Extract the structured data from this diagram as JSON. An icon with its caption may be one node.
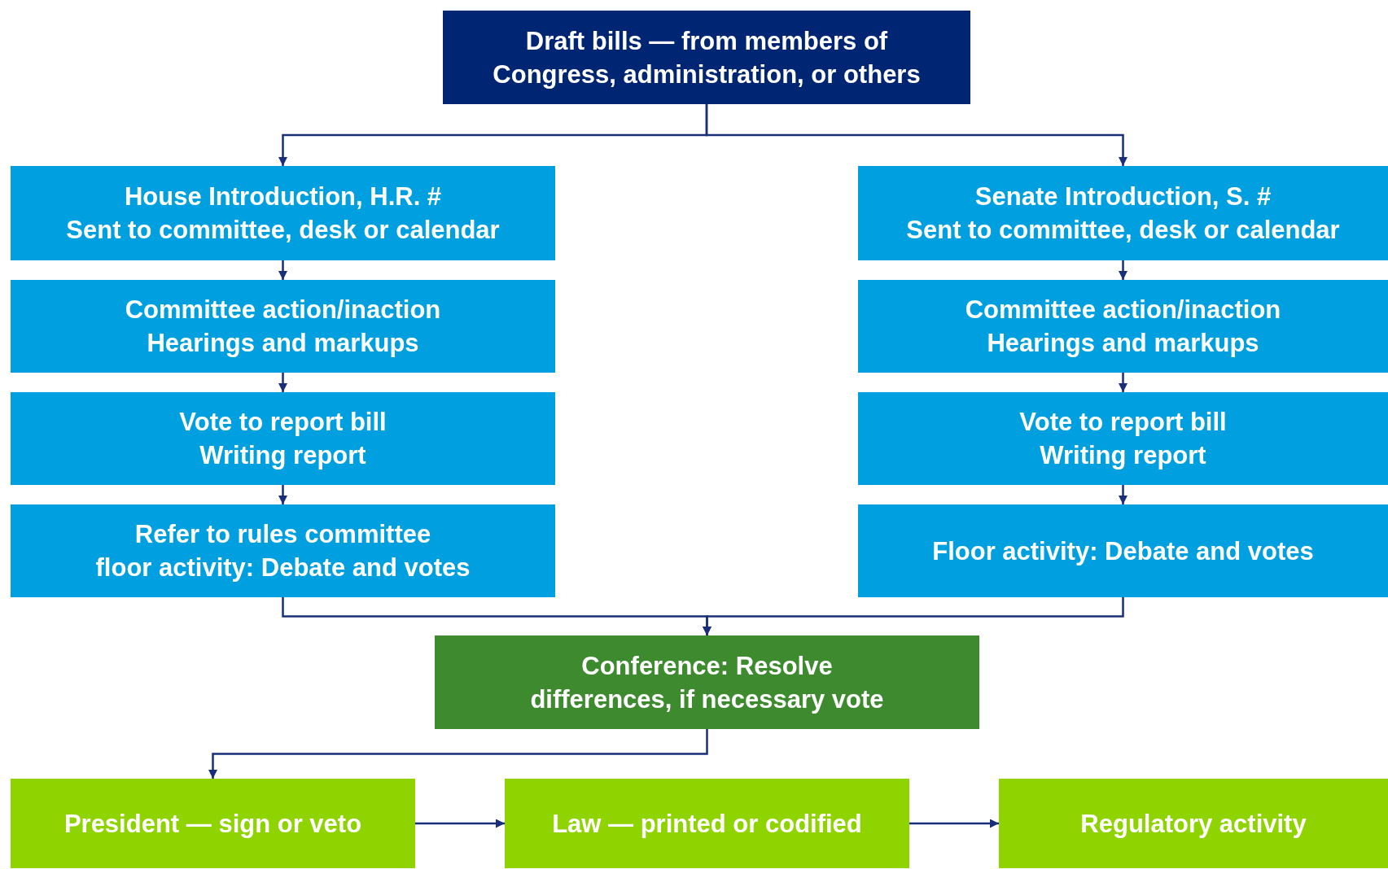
{
  "diagram": {
    "nodes": [
      {
        "text": [
          "Draft bills — from members of Congress, administration, or others"
        ]
      },
      {
        "text": [
          "House Introduction, H.R. #",
          "Sent to committee, desk or calendar"
        ]
      },
      {
        "text": [
          "Committee action/inaction",
          "Hearings and markups"
        ]
      },
      {
        "text": [
          "Vote to report bill",
          "Writing report"
        ]
      },
      {
        "text": [
          "Refer to rules committee",
          "floor activity: Debate and votes"
        ]
      },
      {
        "text": [
          "Senate Introduction, S. #",
          "Sent to committee, desk or calendar"
        ]
      },
      {
        "text": [
          "Committee action/inaction",
          "Hearings and markups"
        ]
      },
      {
        "text": [
          "Vote to report bill",
          "Writing report"
        ]
      },
      {
        "text": [
          "Floor activity: Debate and votes"
        ]
      },
      {
        "text": [
          "Conference: Resolve differences, if necessary vote"
        ]
      },
      {
        "text": [
          "President — sign or veto"
        ]
      },
      {
        "text": [
          "Law — printed or codified"
        ]
      },
      {
        "text": [
          "Regulatory activity"
        ]
      }
    ],
    "edges": [
      {
        "from": 0,
        "to": 1,
        "arrow": "to"
      },
      {
        "from": 0,
        "to": 5,
        "arrow": "to"
      },
      {
        "from": 1,
        "to": 2,
        "arrow": "to"
      },
      {
        "from": 2,
        "to": 3,
        "arrow": "to"
      },
      {
        "from": 3,
        "to": 4,
        "arrow": "to"
      },
      {
        "from": 5,
        "to": 6,
        "arrow": "to"
      },
      {
        "from": 6,
        "to": 7,
        "arrow": "to"
      },
      {
        "from": 7,
        "to": 8,
        "arrow": "to"
      },
      {
        "from": 4,
        "to": 9,
        "arrow": "to"
      },
      {
        "from": 8,
        "to": 9,
        "arrow": "to"
      },
      {
        "from": 9,
        "to": 10,
        "arrow": "to"
      },
      {
        "from": 10,
        "to": 11,
        "arrow": "to"
      },
      {
        "from": 11,
        "to": 12,
        "arrow": "to"
      }
    ]
  }
}
